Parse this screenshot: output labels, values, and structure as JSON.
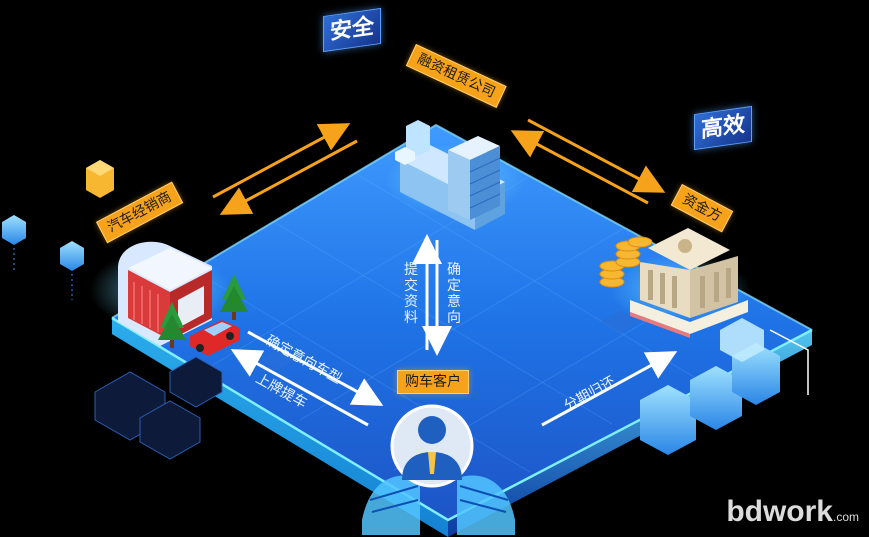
{
  "tags": {
    "safe": "安全",
    "efficient": "高效"
  },
  "nodes": {
    "leasing_company": "融资租赁公司",
    "car_dealer": "汽车经销商",
    "funder": "资金方",
    "customer": "购车客户"
  },
  "flows": {
    "submit_docs": "提交资料",
    "confirm_intent": "确定意向",
    "confirm_model": "确定意向车型",
    "plate_pickup": "上牌提车",
    "installment": "分期归还"
  },
  "watermark": {
    "main": "bdwork",
    "suffix": ".com"
  },
  "colors": {
    "accent": "#f6a21a",
    "platform": "#1e6fe0",
    "edge": "#5fd4ff"
  }
}
